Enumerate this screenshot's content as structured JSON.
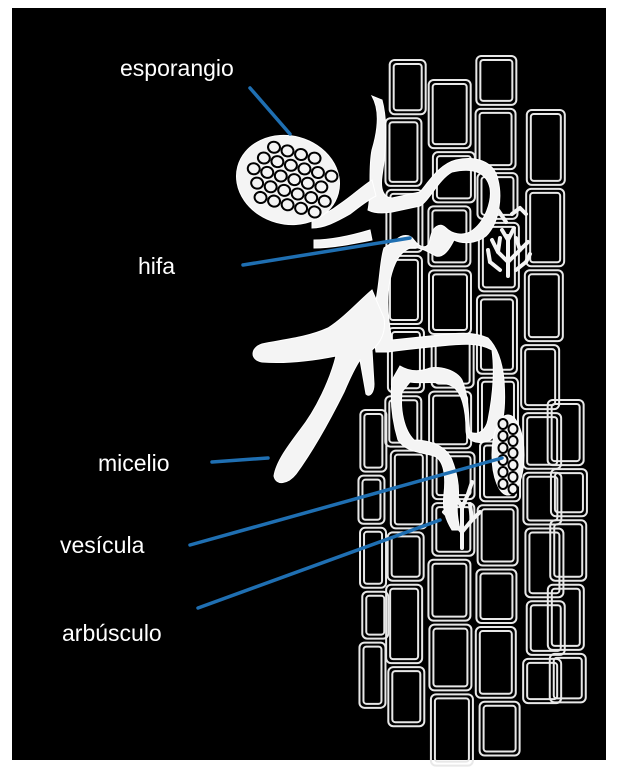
{
  "labels": {
    "esporangio": "esporangio",
    "hifa": "hifa",
    "micelio": "micelio",
    "vesicula": "vesícula",
    "arbusculo": "arbúsculo"
  },
  "colors": {
    "background": "#000000",
    "leader_lines": "#1f6fb2",
    "structures": "#ffffff"
  }
}
